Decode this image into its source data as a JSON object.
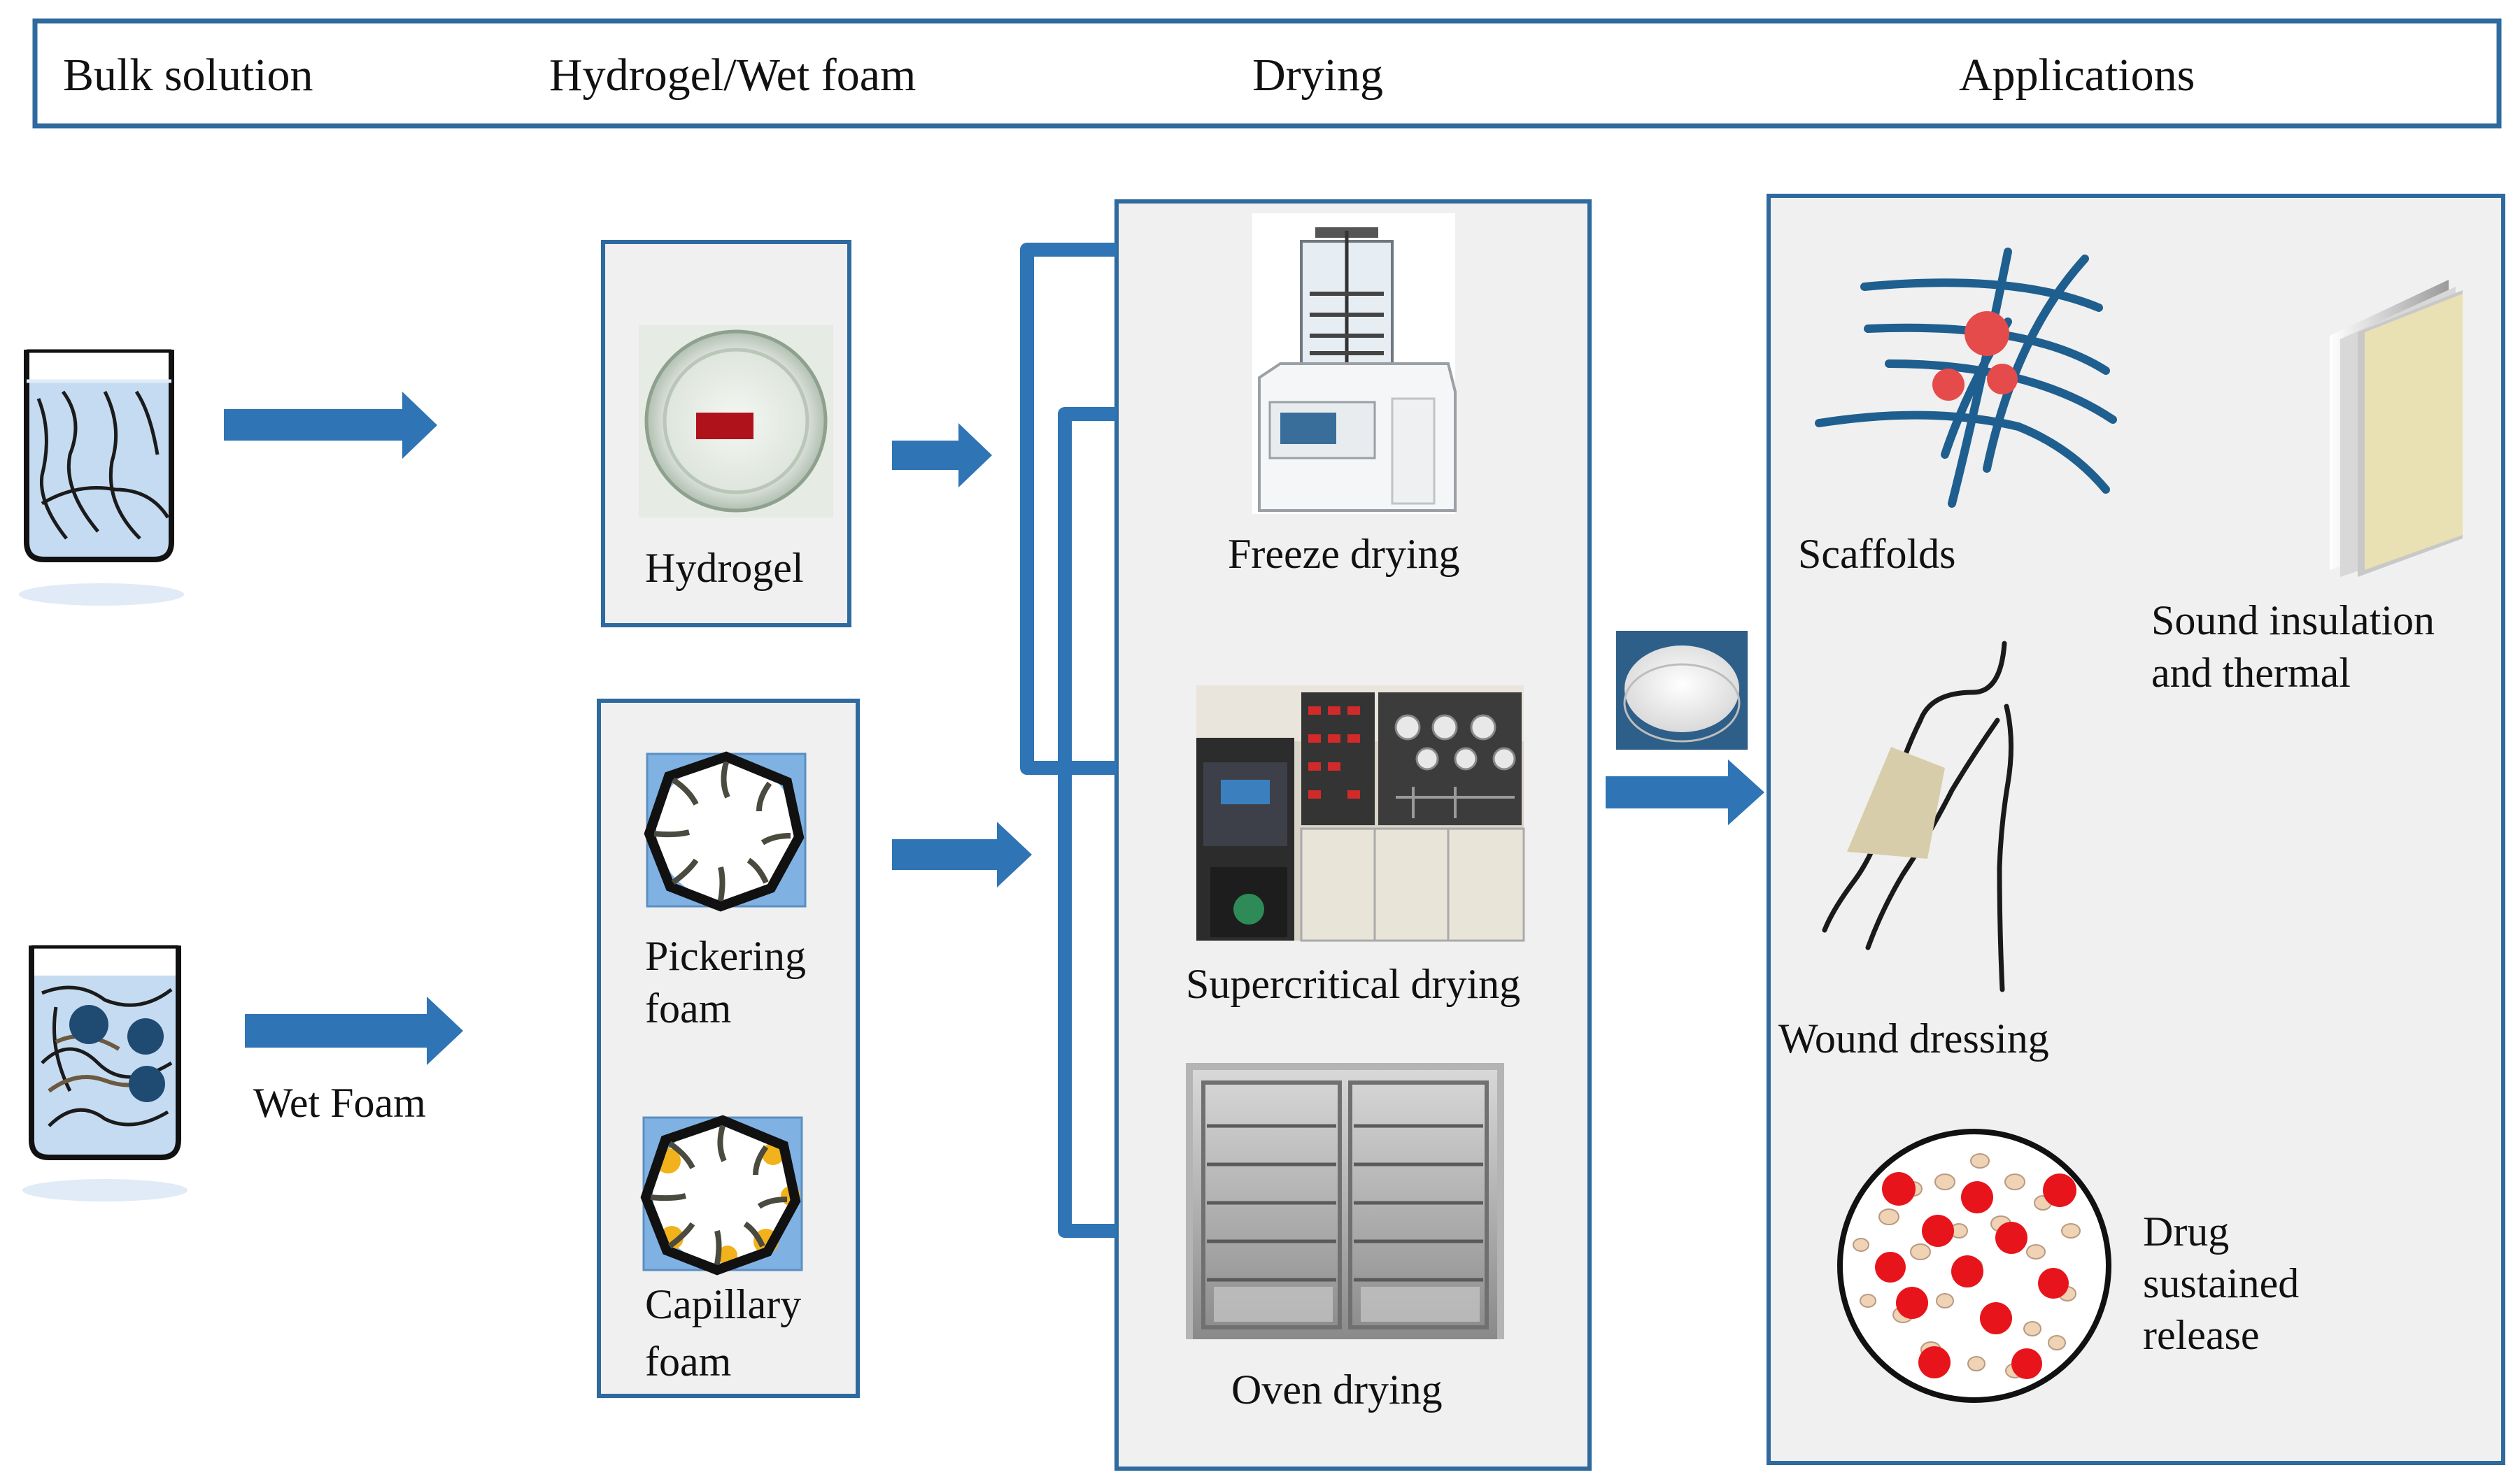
{
  "header": {
    "columns": [
      "Bulk solution",
      "Hydrogel/Wet foam",
      "Drying",
      "Applications"
    ]
  },
  "bulk": {
    "wet_foam_label": "Wet Foam"
  },
  "gel": {
    "hydrogel_label": "Hydrogel",
    "pickering_label": [
      "Pickering",
      "foam"
    ],
    "capillary_label": [
      "Capillary",
      "foam"
    ]
  },
  "drying": {
    "freeze_label": "Freeze drying",
    "supercritical_label": "Supercritical drying",
    "oven_label": "Oven drying"
  },
  "applications": {
    "scaffolds_label": "Scaffolds",
    "sound_label": [
      "Sound insulation",
      "and thermal"
    ],
    "wound_label": "Wound dressing",
    "drug_label": [
      "Drug",
      "sustained",
      "release"
    ]
  },
  "colors": {
    "frame_blue": "#2f6a9e",
    "arrow_blue": "#2f74b5",
    "panel_bg": "#f0f0f0",
    "liquid_blue": "#c5dbf2",
    "foam_cell_bg": "#7fb2e3",
    "fiber_blue": "#1f5f8f",
    "drug_red": "#e8141b",
    "particle_tan": "#f0d2b4",
    "dressing_tan": "#d8cdaa",
    "panel_cream": "#e9e1b3",
    "capillary_yellow": "#f2b21c",
    "particle_navy": "#1f4b73"
  },
  "icons": [
    "beaker-with-fibers-icon",
    "beaker-with-particles-icon",
    "hydrogel-dish-photo",
    "pickering-foam-cell-icon",
    "capillary-foam-cell-icon",
    "freeze-dryer-photo",
    "supercritical-dryer-photo",
    "oven-dryer-photo",
    "aerogel-disc-photo",
    "scaffold-fiber-network-icon",
    "insulation-panel-icon",
    "wound-dressing-arm-icon",
    "drug-release-sphere-icon"
  ]
}
